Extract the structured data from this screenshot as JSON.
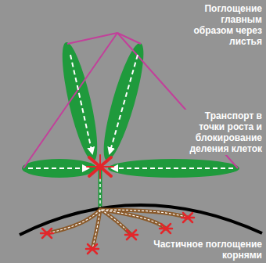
{
  "diagram": {
    "labels": [
      "Поглощение главным образом через листья",
      "Транспорт в точки роста и блокирование деления клеток",
      "Частичное поглощение корнями"
    ]
  }
}
